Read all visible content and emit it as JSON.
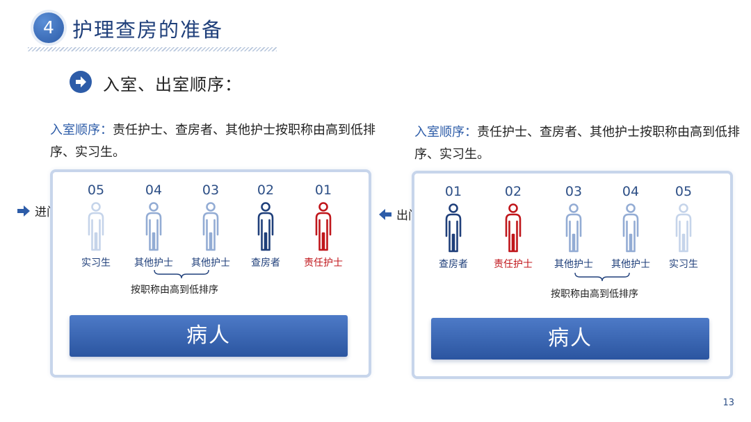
{
  "header": {
    "number": "4",
    "title": "护理查房的准备"
  },
  "section": {
    "title": "入室、出室顺序："
  },
  "left": {
    "desc_label": "入室顺序：",
    "desc_text": "责任护士、查房者、其他护士按职称由高到低排序、实习生。",
    "door_label": "进门",
    "persons": [
      {
        "num": "05",
        "role": "实习生",
        "color": "#c5d4ea"
      },
      {
        "num": "04",
        "role": "其他护士",
        "color": "#93acd4"
      },
      {
        "num": "03",
        "role": "其他护士",
        "color": "#93acd4"
      },
      {
        "num": "02",
        "role": "查房者",
        "color": "#1f3f7a"
      },
      {
        "num": "01",
        "role": "责任护士",
        "color": "#c0161b"
      }
    ],
    "brace_note": "按职称由高到低排序",
    "patient": "病人"
  },
  "right": {
    "desc_label": "入室顺序：",
    "desc_text": "责任护士、查房者、其他护士按职称由高到低排序、实习生。",
    "door_label": "出门",
    "persons": [
      {
        "num": "01",
        "role": "查房者",
        "color": "#1f3f7a"
      },
      {
        "num": "02",
        "role": "责任护士",
        "color": "#c0161b"
      },
      {
        "num": "03",
        "role": "其他护士",
        "color": "#93acd4"
      },
      {
        "num": "04",
        "role": "其他护士",
        "color": "#93acd4"
      },
      {
        "num": "05",
        "role": "实习生",
        "color": "#c5d4ea"
      }
    ],
    "brace_note": "按职称由高到低排序",
    "patient": "病人"
  },
  "page_number": "13"
}
